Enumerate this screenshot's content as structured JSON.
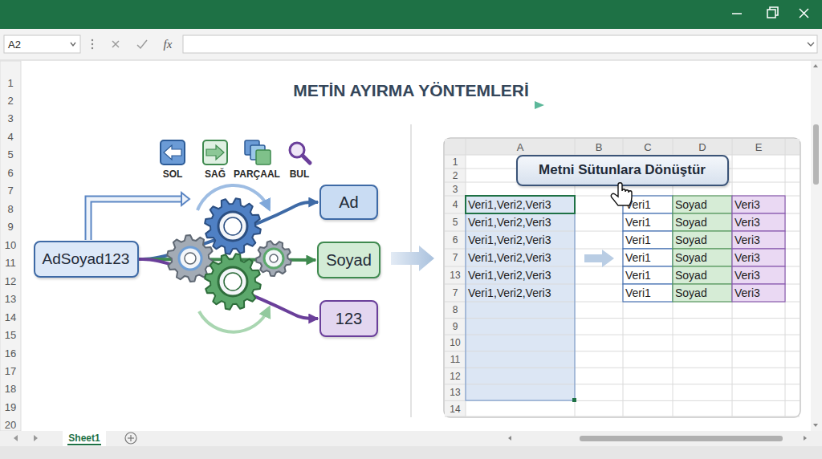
{
  "diagram": {
    "title": "METİN AYIRMA YÖNTEMLERİ",
    "nodes": [
      {
        "text": [
          "AdSoyad123"
        ]
      },
      {
        "text": [
          "Ad"
        ]
      },
      {
        "text": [
          "Soyad"
        ]
      },
      {
        "text": [
          "123"
        ]
      },
      {
        "text": [
          "Metni Sütunlara Dönüştür"
        ]
      }
    ],
    "edges": [
      {
        "from": 0,
        "to": 1,
        "arrow": "to"
      },
      {
        "from": 0,
        "to": 2,
        "arrow": "to"
      },
      {
        "from": 0,
        "to": 3,
        "arrow": "to"
      }
    ],
    "labels": [
      "A2",
      "fx",
      "SOL",
      "SAĞ",
      "PARÇAAL",
      "BUL",
      "Sheet1",
      "1",
      "2",
      "3",
      "4",
      "5",
      "6",
      "7",
      "8",
      "9",
      "10",
      "11",
      "12",
      "13",
      "14",
      "15",
      "16",
      "17",
      "18",
      "19",
      "20",
      "A",
      "B",
      "C",
      "D",
      "E",
      "1",
      "2",
      "3",
      "4",
      "5",
      "6",
      "7",
      "13",
      "7",
      "8",
      "9",
      "10",
      "11",
      "12",
      "13",
      "14",
      "Veri1,Veri2,Veri3",
      "Veri1,Veri2,Veri3",
      "Veri1,Veri2,Veri3",
      "Veri1,Veri2,Veri3",
      "Veri1,Veri2,Veri3",
      "Veri1,Veri2,Veri3",
      "Veri1",
      "Veri1",
      "Veri1",
      "Veri1",
      "Veri1",
      "Veri1",
      "Soyad",
      "Soyad",
      "Soyad",
      "Soyad",
      "Soyad",
      "Soyad",
      "Veri3",
      "Veri3",
      "Veri3",
      "Veri3",
      "Veri3",
      "Veri3"
    ]
  }
}
